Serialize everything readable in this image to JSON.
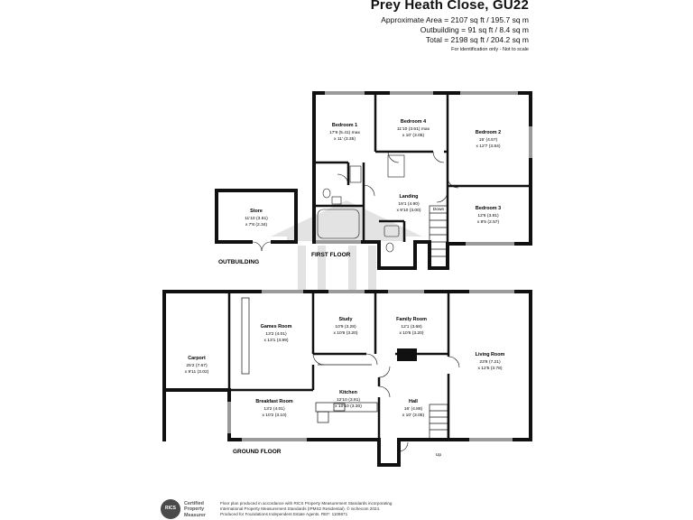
{
  "header": {
    "title": "Prey Heath Close, GU22",
    "approx_area": "Approximate Area = 2107 sq ft / 195.7 sq m",
    "outbuilding_area": "Outbuilding = 91 sq ft / 8.4 sq m",
    "total_area": "Total = 2198 sq ft / 204.2 sq m",
    "note": "For identification only - Not to scale"
  },
  "rooms": {
    "bedroom1": {
      "name": "Bedroom 1",
      "dim1": "17'9 (5.41) max",
      "dim2": "x 11' (3.35)"
    },
    "bedroom4": {
      "name": "Bedroom 4",
      "dim1": "11'10 (3.61) max",
      "dim2": "x 10' (3.05)"
    },
    "bedroom2": {
      "name": "Bedroom 2",
      "dim1": "15' (4.57)",
      "dim2": "x 12'7 (3.84)"
    },
    "bedroom3": {
      "name": "Bedroom 3",
      "dim1": "12'6 (3.81)",
      "dim2": "x 8'5 (2.57)"
    },
    "landing": {
      "name": "Landing",
      "dim1": "16'1 (4.90)",
      "dim2": "x 9'10 (3.00)"
    },
    "store": {
      "name": "Store",
      "dim1": "11'10 (3.61)",
      "dim2": "x 7'8 (2.34)"
    },
    "games": {
      "name": "Games Room",
      "dim1": "13'2 (4.01)",
      "dim2": "x 13'1 (3.99)"
    },
    "study": {
      "name": "Study",
      "dim1": "10'9 (3.28)",
      "dim2": "x 10'6 (3.20)"
    },
    "family": {
      "name": "Family Room",
      "dim1": "12'1 (3.68)",
      "dim2": "x 10'6 (3.20)"
    },
    "living": {
      "name": "Living Room",
      "dim1": "23'8 (7.21)",
      "dim2": "x 12'5 (3.78)"
    },
    "carport": {
      "name": "Carport",
      "dim1": "25'2 (7.67)",
      "dim2": "x 9'11 (3.02)"
    },
    "breakfast": {
      "name": "Breakfast Room",
      "dim1": "13'2 (4.01)",
      "dim2": "x 10'2 (3.10)"
    },
    "kitchen": {
      "name": "Kitchen",
      "dim1": "12'10 (3.91)",
      "dim2": "x 10'10 (3.30)"
    },
    "hall": {
      "name": "Hall",
      "dim1": "16' (4.88)",
      "dim2": "x 10' (3.05)"
    }
  },
  "labels": {
    "outbuilding": "OUTBUILDING",
    "first_floor": "FIRST FLOOR",
    "ground_floor": "GROUND FLOOR",
    "down": "Down",
    "up": "Up"
  },
  "footer": {
    "badge_mark": "RICS",
    "badge_line1": "Certified",
    "badge_line2": "Property",
    "badge_line3": "Measurer",
    "line1": "Floor plan produced in accordance with RICS Property Measurement Standards incorporating",
    "line2": "International Property Measurement Standards (IPMS2 Residential). © nichecom 2024.",
    "line3": "Produced for Foundations Independent Estate Agents.   REF: 1109871"
  },
  "colors": {
    "wall": "#111111",
    "line": "#555555",
    "window": "#9a9a9a",
    "watermark": "#e3e3e3"
  }
}
